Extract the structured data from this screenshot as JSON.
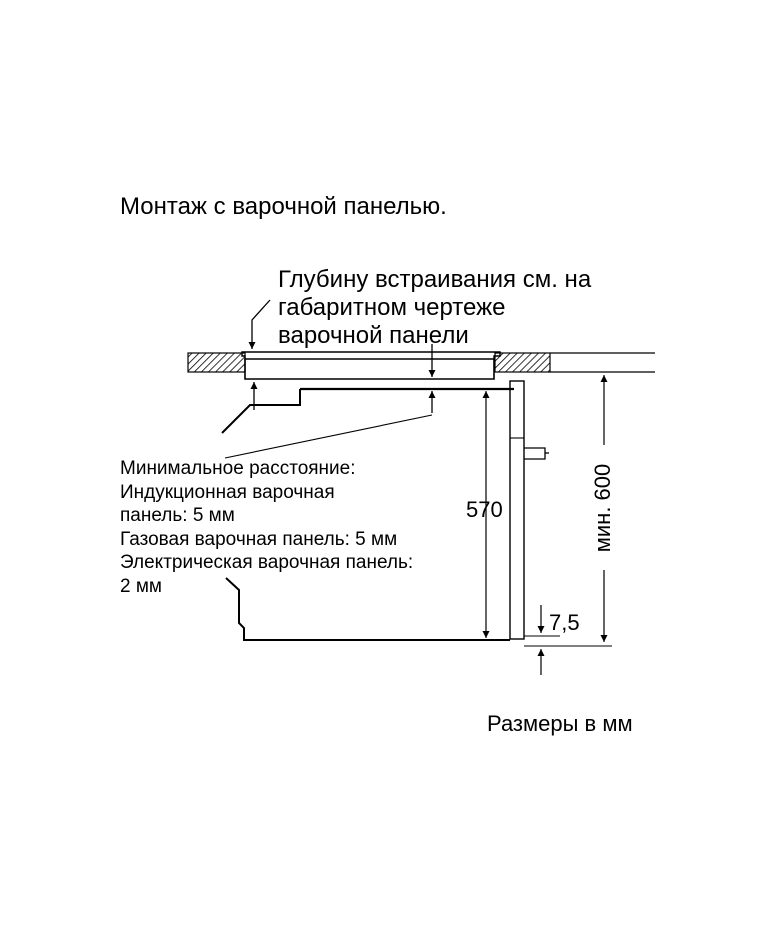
{
  "title": "Монтаж с варочной панелью.",
  "depth_note": {
    "lines": [
      "Глубину встраивания см. на",
      "габаритном чертеже",
      "варочной панели"
    ]
  },
  "min_distance_note": {
    "lines": [
      "Минимальное расстояние:",
      "Индукционная варочная",
      "панель: 5 мм",
      "Газовая варочная панель: 5 мм",
      "Электрическая варочная панель:",
      "2 мм"
    ]
  },
  "dimensions": {
    "oven_height": "570",
    "niche_height": "мин. 600",
    "bottom_gap": "7,5"
  },
  "units_note": "Размеры в мм"
}
